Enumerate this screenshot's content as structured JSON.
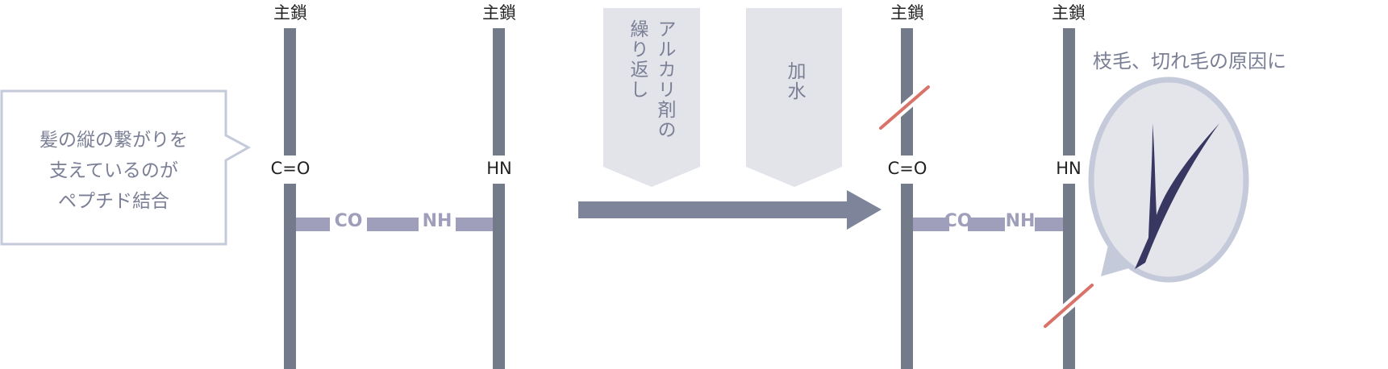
{
  "labels": {
    "main_chain": "主鎖",
    "carbonyl": "C=O",
    "amine": "HN",
    "bond_co": "CO",
    "bond_nh": "NH"
  },
  "callout": {
    "lines": [
      "髪の縦の繋がりを",
      "支えているのが",
      "ペプチド結合"
    ]
  },
  "steps": [
    {
      "lines": [
        "アルカリ剤の",
        "繰り返し"
      ]
    },
    {
      "lines": [
        "加水"
      ]
    }
  ],
  "result_note": "枝毛、切れ毛の原因に",
  "colors": {
    "chain": "#737a89",
    "bond": "#a09fbb",
    "break": "#d9736a",
    "arrow": "#7e8499",
    "pennant": "#e3e4ea",
    "bubble": "#e4e5eb",
    "bubble_ring": "#c5cadb",
    "hair": "#373761"
  }
}
